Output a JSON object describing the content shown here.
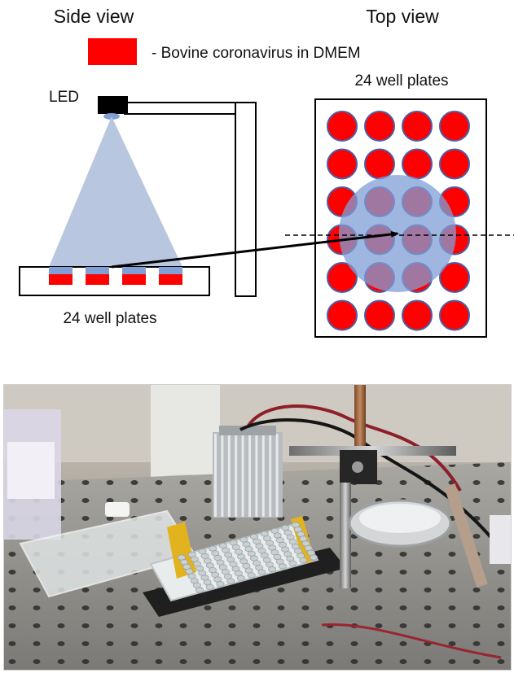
{
  "side_view": {
    "title": "Side view",
    "led_label": "LED",
    "plate_label": "24 well plates",
    "visible_wells": 4
  },
  "top_view": {
    "title": "Top view",
    "plate_label": "24 well plates",
    "rows": 6,
    "cols": 4
  },
  "legend": {
    "text": "- Bovine coronavirus in DMEM",
    "swatch_color": "#ff0000"
  },
  "colors": {
    "well": "#ff0000",
    "well_stroke": "#4a5ea8",
    "light_cone": "#b8c7df",
    "light_spot": "#7f9fd6",
    "outline": "#000000"
  }
}
